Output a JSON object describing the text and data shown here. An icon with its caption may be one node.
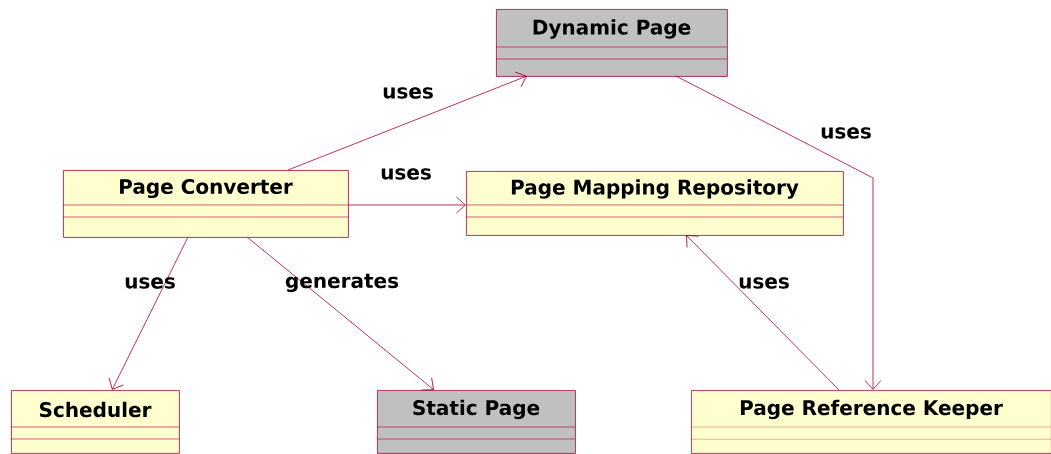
{
  "diagram": {
    "nodes": [
      {
        "text": [
          "Dynamic Page"
        ]
      },
      {
        "text": [
          "Page Converter"
        ]
      },
      {
        "text": [
          "Page Mapping Repository"
        ]
      },
      {
        "text": [
          "Scheduler"
        ]
      },
      {
        "text": [
          "Static Page"
        ]
      },
      {
        "text": [
          "Page Reference Keeper"
        ]
      }
    ],
    "edges": [
      {
        "from": 1,
        "to": 0,
        "arrow": "to",
        "label": "uses"
      },
      {
        "from": 1,
        "to": 2,
        "arrow": "to",
        "label": "uses"
      },
      {
        "from": 0,
        "to": 5,
        "arrow": "to",
        "label": "uses"
      },
      {
        "from": 1,
        "to": 3,
        "arrow": "to",
        "label": "uses"
      },
      {
        "from": 1,
        "to": 4,
        "arrow": "to",
        "label": "generates"
      },
      {
        "from": 5,
        "to": 2,
        "arrow": "to",
        "label": "uses"
      }
    ]
  }
}
